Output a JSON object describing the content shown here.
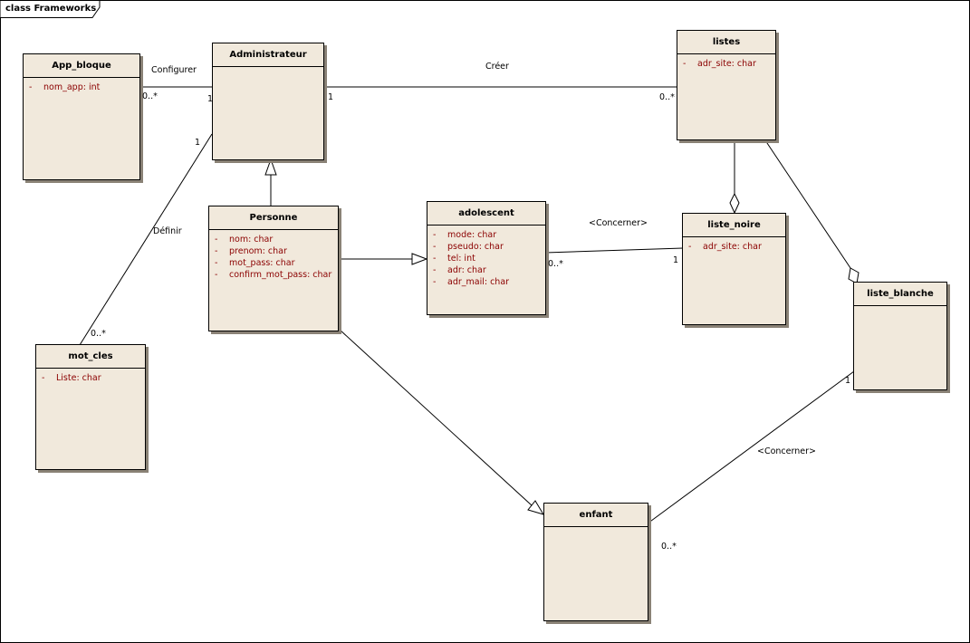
{
  "frame": {
    "title": "class Frameworks"
  },
  "classes": {
    "app_bloque": {
      "name": "App_bloque",
      "attributes": [
        {
          "vis": "-",
          "text": "nom_app:  int"
        }
      ]
    },
    "administrateur": {
      "name": "Administrateur",
      "attributes": []
    },
    "listes": {
      "name": "listes",
      "attributes": [
        {
          "vis": "-",
          "text": "adr_site:  char"
        }
      ]
    },
    "personne": {
      "name": "Personne",
      "attributes": [
        {
          "vis": "-",
          "text": "nom:  char"
        },
        {
          "vis": "-",
          "text": "prenom:  char"
        },
        {
          "vis": "-",
          "text": "mot_pass:  char"
        },
        {
          "vis": "-",
          "text": "confirm_mot_pass:  char"
        }
      ]
    },
    "adolescent": {
      "name": "adolescent",
      "attributes": [
        {
          "vis": "-",
          "text": "mode:  char"
        },
        {
          "vis": "-",
          "text": "pseudo:  char"
        },
        {
          "vis": "-",
          "text": "tel:  int"
        },
        {
          "vis": "-",
          "text": "adr:  char"
        },
        {
          "vis": "-",
          "text": "adr_mail:  char"
        }
      ]
    },
    "liste_noire": {
      "name": "liste_noire",
      "attributes": [
        {
          "vis": "-",
          "text": "adr_site:  char"
        }
      ]
    },
    "liste_blanche": {
      "name": "liste_blanche",
      "attributes": []
    },
    "mot_cles": {
      "name": "mot_cles",
      "attributes": [
        {
          "vis": "-",
          "text": "Liste:  char"
        }
      ]
    },
    "enfant": {
      "name": "enfant",
      "attributes": []
    }
  },
  "labels": {
    "configurer": "Configurer",
    "creer": "Créer",
    "definir": "Définir",
    "concerner_noire": "<Concerner>",
    "concerner_blanche": "<Concerner>",
    "mult_app_many": "0..*",
    "mult_admin_app": "1",
    "mult_admin_listes": "1",
    "mult_listes_many": "0..*",
    "mult_admin_motcles": "1",
    "mult_motcles_many": "0..*",
    "mult_ado_many": "0..*",
    "mult_noire_one": "1",
    "mult_blanche_one": "1",
    "mult_enfant_many": "0..*"
  }
}
